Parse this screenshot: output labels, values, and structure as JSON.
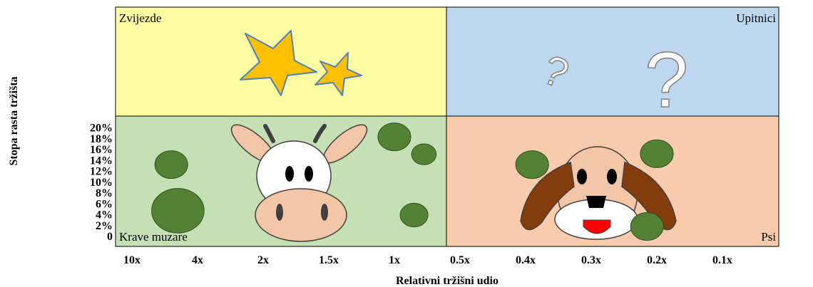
{
  "chart_data": {
    "type": "scatter",
    "title": "",
    "xlabel": "Relativni tržišni udio",
    "ylabel": "Stopa rasta tržišta",
    "x_ticks": [
      "10x",
      "4x",
      "2x",
      "1.5x",
      "1x",
      "0.5x",
      "0.4x",
      "0.3x",
      "0.2x",
      "0.1x"
    ],
    "y_ticks": [
      "0",
      "2%",
      "4%",
      "6%",
      "8%",
      "10%",
      "12%",
      "14%",
      "16%",
      "18%",
      "20%"
    ],
    "quadrants": [
      {
        "label": "Zvijezde",
        "color": "#fdfca2"
      },
      {
        "label": "Upitnici",
        "color": "#bdd7ee"
      },
      {
        "label": "Krave muzare",
        "color": "#c5e0b4"
      },
      {
        "label": "Psi",
        "color": "#f8cbad"
      }
    ],
    "bubble_color": "#548235",
    "points": [
      {
        "x": "4x",
        "x_offset": -0.4,
        "y": 13.1,
        "size": 1.0
      },
      {
        "x": "1.5x",
        "x_offset": 1.0,
        "y": 18.2,
        "size": 1.0
      },
      {
        "x": "0.5x",
        "x_offset": -0.55,
        "y": 15.0,
        "size": 0.75
      },
      {
        "x": "0.4x",
        "x_offset": 0.1,
        "y": 13.1,
        "size": 1.0
      },
      {
        "x": "0.2x",
        "x_offset": 0.0,
        "y": 15.1,
        "size": 1.0
      },
      {
        "x": "4x",
        "x_offset": -0.3,
        "y": 4.6,
        "size": 1.6
      },
      {
        "x": "1x",
        "x_offset": 0.3,
        "y": 3.8,
        "size": 0.85
      },
      {
        "x": "0.2x",
        "x_offset": -0.15,
        "y": 1.7,
        "size": 1.0
      }
    ]
  }
}
